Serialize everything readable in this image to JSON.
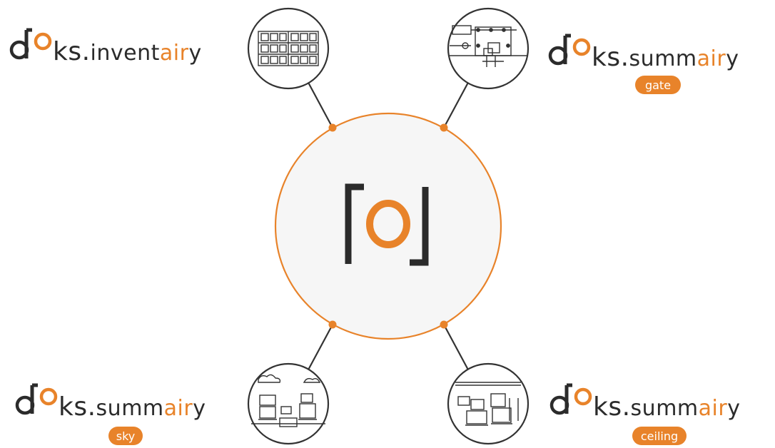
{
  "colors": {
    "accent": "#e8832a",
    "dark": "#2b2b2b",
    "line": "#333333",
    "hub_fill": "#f6f6f6",
    "badge_text": "#ffffff"
  },
  "hub": {
    "logo_icon": "doks-bracket-o-logo"
  },
  "products": [
    {
      "id": "inventairy",
      "brand_prefix": "doks.",
      "name_start": "invent",
      "name_accent": "air",
      "name_end": "y",
      "badge": "",
      "icon": "warehouse-shelves-icon"
    },
    {
      "id": "summairy-gate",
      "brand_prefix": "doks.",
      "name_start": "summ",
      "name_accent": "air",
      "name_end": "y",
      "badge": "gate",
      "icon": "loading-gate-icon"
    },
    {
      "id": "summairy-sky",
      "brand_prefix": "doks.",
      "name_start": "summ",
      "name_accent": "air",
      "name_end": "y",
      "badge": "sky",
      "icon": "outdoor-pallets-icon"
    },
    {
      "id": "summairy-ceiling",
      "brand_prefix": "doks.",
      "name_start": "summ",
      "name_accent": "air",
      "name_end": "y",
      "badge": "ceiling",
      "icon": "ceiling-scanner-icon"
    }
  ]
}
